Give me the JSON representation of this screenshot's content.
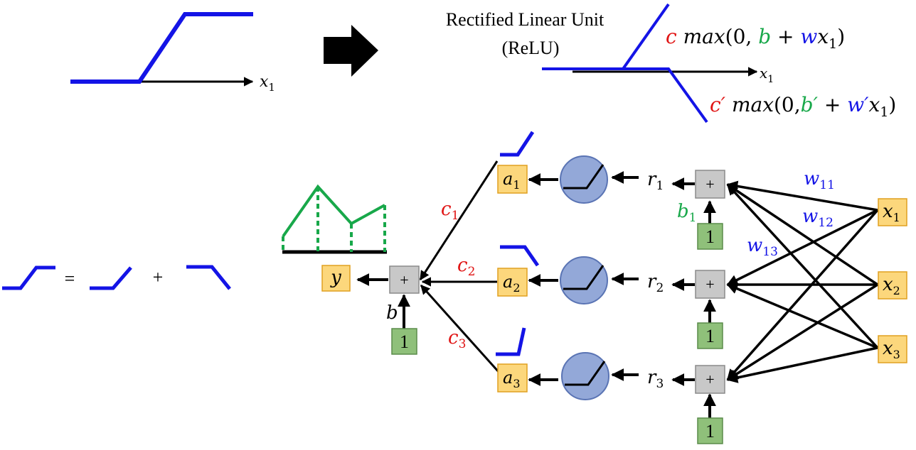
{
  "colors": {
    "blue": "#1414e6",
    "green": "#18a84a",
    "red": "#e01414",
    "black": "#000000",
    "yellow_fill": "#fcd77c",
    "yellow_stroke": "#e0a020",
    "green_fill": "#8fc07a",
    "green_stroke": "#5a8c4a",
    "gray_fill": "#c8c8c8",
    "gray_stroke": "#8a8a8a",
    "circle_fill": "#93a8d8",
    "circle_stroke": "#5a74b4"
  },
  "top": {
    "title_line1": "Rectified Linear Unit",
    "title_line2": "(ReLU)",
    "axis_var": "x",
    "axis_sub": "1",
    "formula1": {
      "c": "c",
      "max": "max",
      "paren_open": "(0,",
      "b": "b",
      "plus": "+",
      "w": "w",
      "x": "x",
      "sub": "1",
      "close": ")"
    },
    "formula2": {
      "c": "c′",
      "max": "max",
      "paren_open": "(0,",
      "b": "b′",
      "plus": "+",
      "w": "w′",
      "x": "x",
      "sub": "1",
      "close": ")"
    }
  },
  "equation": {
    "equals": "=",
    "plus": "+"
  },
  "network": {
    "plus_symbol": "+",
    "one": "1",
    "output": {
      "var": "y"
    },
    "bias_out": "b",
    "hidden": [
      {
        "a": "a",
        "a_sub": "1",
        "r": "r",
        "r_sub": "1",
        "c": "c",
        "c_sub": "1"
      },
      {
        "a": "a",
        "a_sub": "2",
        "r": "r",
        "r_sub": "2",
        "c": "c",
        "c_sub": "2"
      },
      {
        "a": "a",
        "a_sub": "3",
        "r": "r",
        "r_sub": "3",
        "c": "c",
        "c_sub": "3"
      }
    ],
    "b1": {
      "var": "b",
      "sub": "1"
    },
    "inputs": [
      {
        "var": "x",
        "sub": "1"
      },
      {
        "var": "x",
        "sub": "2"
      },
      {
        "var": "x",
        "sub": "3"
      }
    ],
    "weights": [
      {
        "var": "w",
        "sub": "11"
      },
      {
        "var": "w",
        "sub": "12"
      },
      {
        "var": "w",
        "sub": "13"
      }
    ]
  }
}
